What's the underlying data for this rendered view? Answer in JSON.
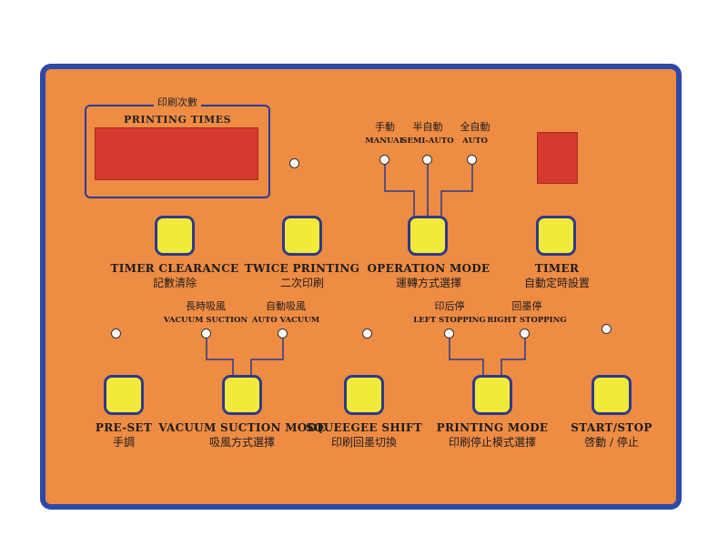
{
  "display": {
    "title_zh": "印刷次數",
    "title_en": "PRINTING TIMES"
  },
  "operation_modes": [
    {
      "zh": "手動",
      "en": "MANUAL"
    },
    {
      "zh": "半自動",
      "en": "SEMI-AUTO"
    },
    {
      "zh": "全自動",
      "en": "AUTO"
    }
  ],
  "vacuum_modes": [
    {
      "zh": "長時吸風",
      "en": "VACUUM SUCTION"
    },
    {
      "zh": "自動吸風",
      "en": "AUTO VACUUM"
    }
  ],
  "stopping_modes": [
    {
      "zh": "印后停",
      "en": "LEFT STOPPING"
    },
    {
      "zh": "回墨停",
      "en": "RIGHT STOPPING"
    }
  ],
  "buttons_row1": [
    {
      "en": "TIMER CLEARANCE",
      "zh": "記數清除"
    },
    {
      "en": "TWICE PRINTING",
      "zh": "二次印刷"
    },
    {
      "en": "OPERATION MODE",
      "zh": "運轉方式選擇"
    },
    {
      "en": "TIMER",
      "zh": "自動定時設置"
    }
  ],
  "buttons_row2": [
    {
      "en": "PRE-SET",
      "zh": "手調"
    },
    {
      "en": "VACUUM SUCTION MODE",
      "zh": "吸風方式選擇"
    },
    {
      "en": "SQUEEGEE SHIFT",
      "zh": "印刷回墨切換"
    },
    {
      "en": "PRINTING MODE",
      "zh": "印刷停止模式選擇"
    },
    {
      "en": "START/STOP",
      "zh": "啓動 / 停止"
    }
  ],
  "colors": {
    "panel": "#ee8c44",
    "border": "#2d4aa8",
    "display": "#d63a2e",
    "button": "#f2ea3a"
  }
}
